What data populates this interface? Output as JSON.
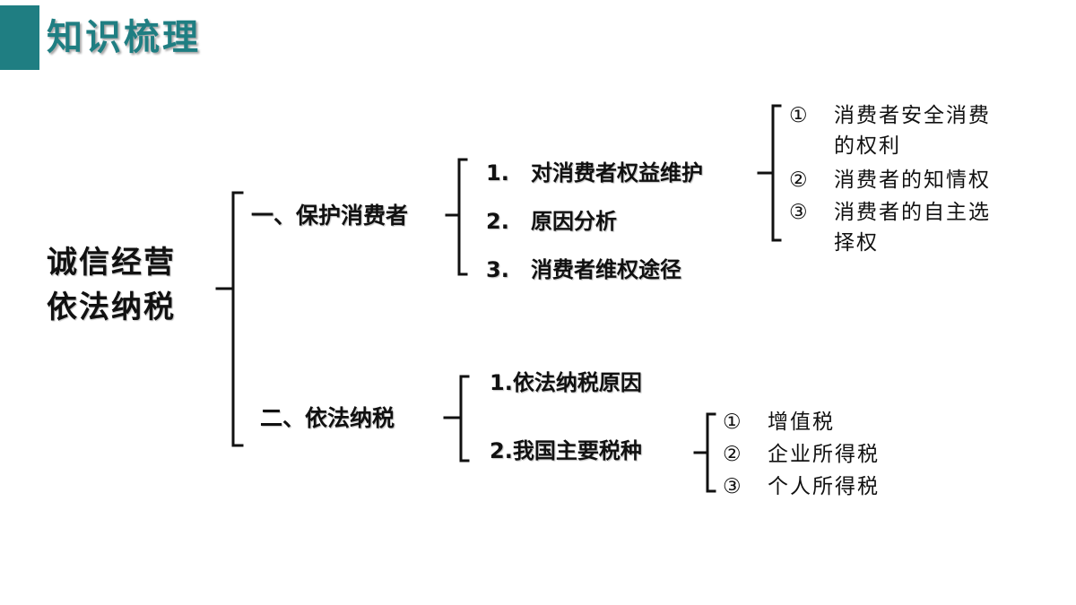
{
  "header": {
    "title": "知识梳理"
  },
  "root": {
    "line1": "诚信经营",
    "line2": "依法纳税"
  },
  "branches": [
    {
      "label": "一、保护消费者",
      "items": [
        {
          "num": "1.",
          "text": "对消费者权益维护"
        },
        {
          "num": "2.",
          "text": "原因分析"
        },
        {
          "num": "3.",
          "text": "消费者维权途径"
        }
      ],
      "rights": [
        {
          "marker": "①",
          "line1": "消费者安全消费",
          "line2": "的权利"
        },
        {
          "marker": "②",
          "line1": "消费者的知情权"
        },
        {
          "marker": "③",
          "line1": "消费者的自主选",
          "line2": "择权"
        }
      ]
    },
    {
      "label": "二、依法纳税",
      "items": [
        {
          "text": "1.依法纳税原因"
        },
        {
          "text": "2.我国主要税种"
        }
      ],
      "taxes": [
        {
          "marker": "①",
          "text": "增值税"
        },
        {
          "marker": "②",
          "text": "企业所得税"
        },
        {
          "marker": "③",
          "text": "个人所得税"
        }
      ]
    }
  ]
}
